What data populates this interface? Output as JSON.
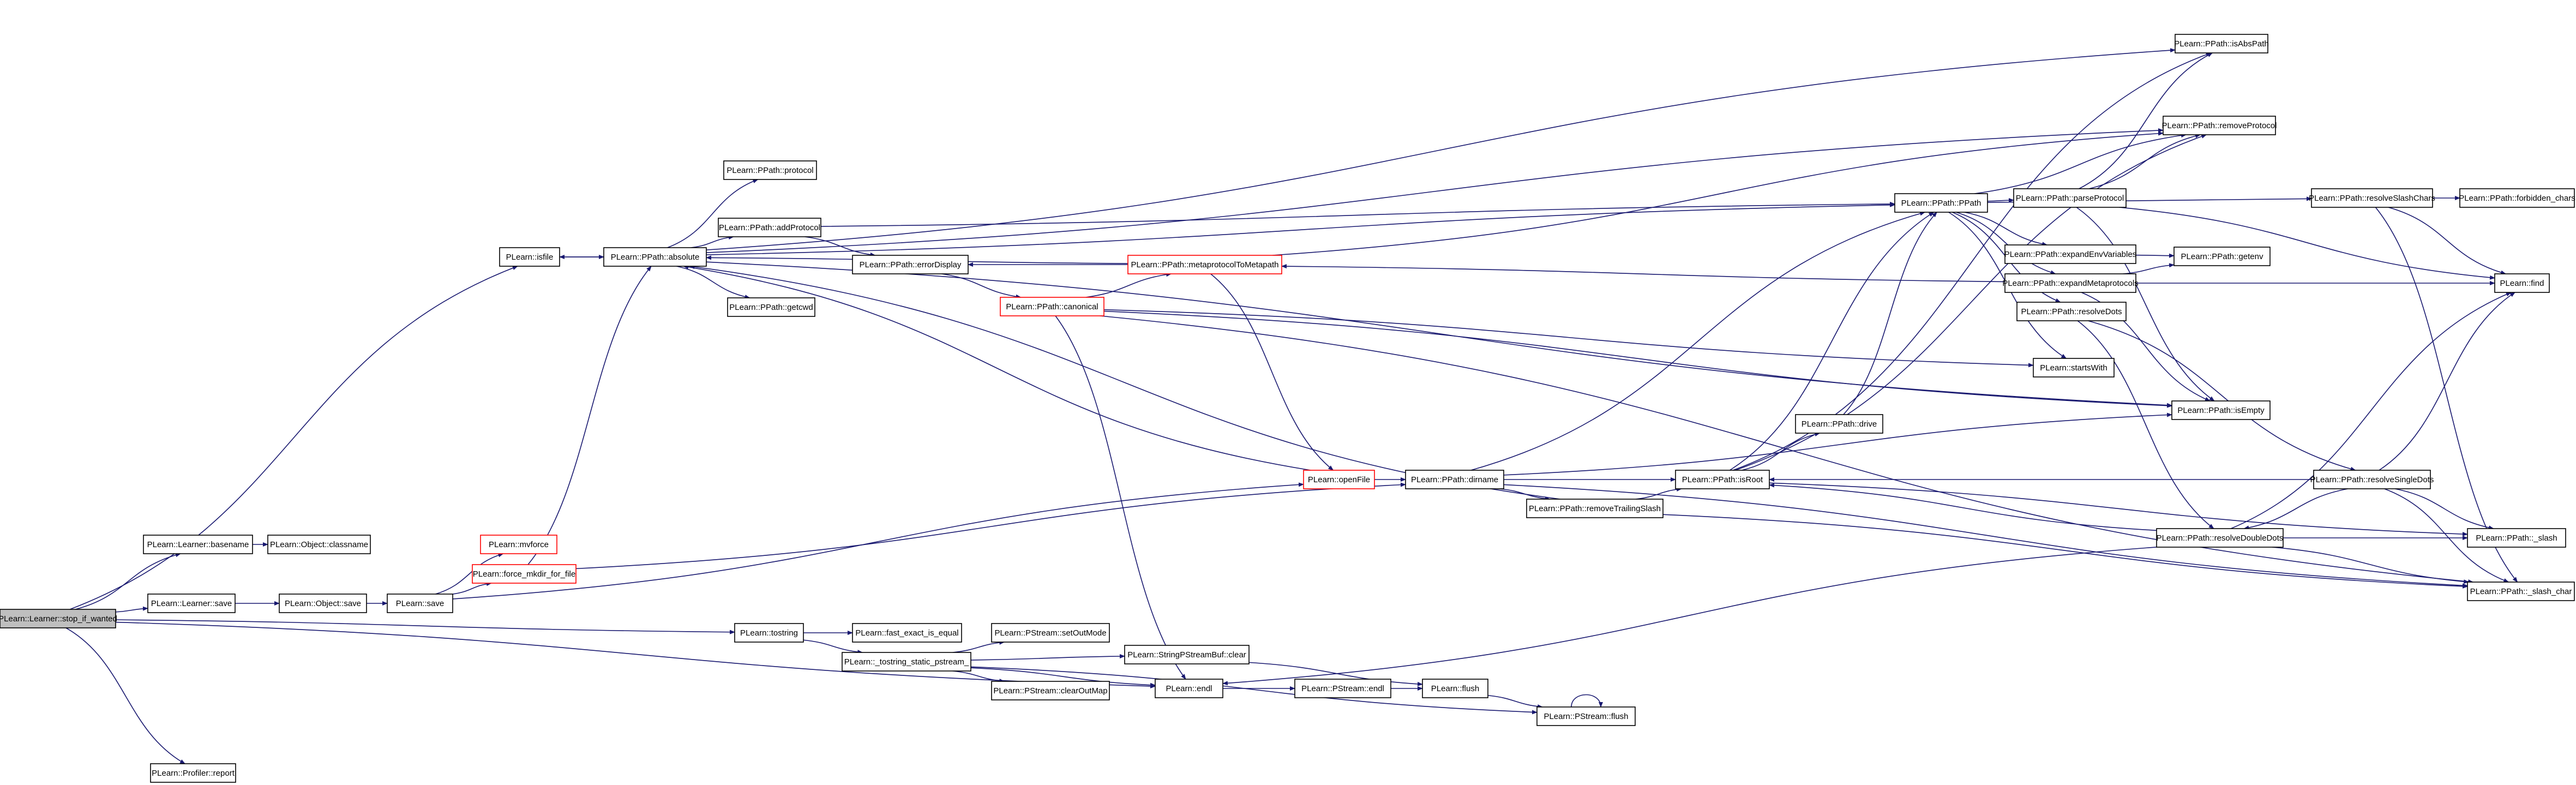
{
  "colors": {
    "edge": "#191970",
    "node_border": "#000000",
    "highlight_border": "#ff0000",
    "root_fill": "#bfbfbf",
    "background": "#ffffff"
  },
  "nodes": {
    "stop_if_wanted": {
      "label": "PLearn::Learner::stop_if_wanted",
      "style": "root"
    },
    "basename": {
      "label": "PLearn::Learner::basename",
      "style": "normal"
    },
    "classname": {
      "label": "PLearn::Object::classname",
      "style": "normal"
    },
    "learner_save": {
      "label": "PLearn::Learner::save",
      "style": "normal"
    },
    "object_save": {
      "label": "PLearn::Object::save",
      "style": "normal"
    },
    "plearn_save": {
      "label": "PLearn::save",
      "style": "normal"
    },
    "mvforce": {
      "label": "PLearn::mvforce",
      "style": "red"
    },
    "force_mkdir": {
      "label": "PLearn::force_mkdir_for_file",
      "style": "red"
    },
    "isfile": {
      "label": "PLearn::isfile",
      "style": "normal"
    },
    "absolute": {
      "label": "PLearn::PPath::absolute",
      "style": "normal"
    },
    "protocol": {
      "label": "PLearn::PPath::protocol",
      "style": "normal"
    },
    "addProtocol": {
      "label": "PLearn::PPath::addProtocol",
      "style": "normal"
    },
    "getcwd": {
      "label": "PLearn::PPath::getcwd",
      "style": "normal"
    },
    "errorDisplay": {
      "label": "PLearn::PPath::errorDisplay",
      "style": "normal"
    },
    "canonical": {
      "label": "PLearn::PPath::canonical",
      "style": "red"
    },
    "metaprotocol": {
      "label": "PLearn::PPath::metaprotocolToMetapath",
      "style": "red"
    },
    "openFile": {
      "label": "PLearn::openFile",
      "style": "red"
    },
    "dirname": {
      "label": "PLearn::PPath::dirname",
      "style": "normal"
    },
    "removeTrailingSlash": {
      "label": "PLearn::PPath::removeTrailingSlash",
      "style": "normal"
    },
    "isRoot": {
      "label": "PLearn::PPath::isRoot",
      "style": "normal"
    },
    "drive": {
      "label": "PLearn::PPath::drive",
      "style": "normal"
    },
    "ppath_ctor": {
      "label": "PLearn::PPath::PPath",
      "style": "normal"
    },
    "parseProtocol": {
      "label": "PLearn::PPath::parseProtocol",
      "style": "normal"
    },
    "expandEnvVariables": {
      "label": "PLearn::PPath::expandEnvVariables",
      "style": "normal"
    },
    "expandMetaprotocols": {
      "label": "PLearn::PPath::expandMetaprotocols",
      "style": "normal"
    },
    "resolveDots": {
      "label": "PLearn::PPath::resolveDots",
      "style": "normal"
    },
    "startsWith": {
      "label": "PLearn::startsWith",
      "style": "normal"
    },
    "isAbsPath": {
      "label": "PLearn::PPath::isAbsPath",
      "style": "normal"
    },
    "removeProtocol": {
      "label": "PLearn::PPath::removeProtocol",
      "style": "normal"
    },
    "getenv": {
      "label": "PLearn::PPath::getenv",
      "style": "normal"
    },
    "isEmpty": {
      "label": "PLearn::PPath::isEmpty",
      "style": "normal"
    },
    "resolveDoubleDots": {
      "label": "PLearn::PPath::resolveDoubleDots",
      "style": "normal"
    },
    "resolveSlashChars": {
      "label": "PLearn::PPath::resolveSlashChars",
      "style": "normal"
    },
    "forbidden_chars": {
      "label": "PLearn::PPath::forbidden_chars",
      "style": "normal"
    },
    "find": {
      "label": "PLearn::find",
      "style": "normal"
    },
    "resolveSingleDots": {
      "label": "PLearn::PPath::resolveSingleDots",
      "style": "normal"
    },
    "slash": {
      "label": "PLearn::PPath::_slash",
      "style": "normal"
    },
    "slash_char": {
      "label": "PLearn::PPath::_slash_char",
      "style": "normal"
    },
    "tostring": {
      "label": "PLearn::tostring",
      "style": "normal"
    },
    "fast_exact_is_equal": {
      "label": "PLearn::fast_exact_is_equal",
      "style": "normal"
    },
    "tostring_static": {
      "label": "PLearn::_tostring_static_pstream_",
      "style": "normal"
    },
    "setOutMode": {
      "label": "PLearn::PStream::setOutMode",
      "style": "normal"
    },
    "stringbuf_clear": {
      "label": "PLearn::StringPStreamBuf::clear",
      "style": "normal"
    },
    "endl": {
      "label": "PLearn::endl",
      "style": "normal"
    },
    "clearOutMap": {
      "label": "PLearn::PStream::clearOutMap",
      "style": "normal"
    },
    "pstream_endl": {
      "label": "PLearn::PStream::endl",
      "style": "normal"
    },
    "flush": {
      "label": "PLearn::flush",
      "style": "normal"
    },
    "pstream_flush": {
      "label": "PLearn::PStream::flush",
      "style": "normal"
    },
    "profiler_report": {
      "label": "PLearn::Profiler::report",
      "style": "normal"
    }
  },
  "edges": [
    [
      "stop_if_wanted",
      "basename"
    ],
    [
      "stop_if_wanted",
      "isfile"
    ],
    [
      "stop_if_wanted",
      "learner_save"
    ],
    [
      "stop_if_wanted",
      "tostring"
    ],
    [
      "stop_if_wanted",
      "endl"
    ],
    [
      "stop_if_wanted",
      "profiler_report"
    ],
    [
      "basename",
      "classname"
    ],
    [
      "learner_save",
      "object_save"
    ],
    [
      "object_save",
      "plearn_save"
    ],
    [
      "plearn_save",
      "mvforce"
    ],
    [
      "plearn_save",
      "force_mkdir"
    ],
    [
      "plearn_save",
      "openFile"
    ],
    [
      "force_mkdir",
      "absolute"
    ],
    [
      "force_mkdir",
      "dirname"
    ],
    [
      "isfile",
      "absolute"
    ],
    [
      "absolute",
      "protocol"
    ],
    [
      "absolute",
      "addProtocol"
    ],
    [
      "absolute",
      "getcwd"
    ],
    [
      "absolute",
      "isAbsPath"
    ],
    [
      "absolute",
      "removeProtocol"
    ],
    [
      "absolute",
      "ppath_ctor"
    ],
    [
      "absolute",
      "isEmpty"
    ],
    [
      "absolute",
      "isfile"
    ],
    [
      "addProtocol",
      "errorDisplay"
    ],
    [
      "addProtocol",
      "ppath_ctor"
    ],
    [
      "errorDisplay",
      "canonical"
    ],
    [
      "canonical",
      "metaprotocol"
    ],
    [
      "canonical",
      "endl"
    ],
    [
      "canonical",
      "startsWith"
    ],
    [
      "canonical",
      "isEmpty"
    ],
    [
      "canonical",
      "slash_char"
    ],
    [
      "metaprotocol",
      "errorDisplay"
    ],
    [
      "metaprotocol",
      "openFile"
    ],
    [
      "metaprotocol",
      "removeProtocol"
    ],
    [
      "metaprotocol",
      "absolute"
    ],
    [
      "openFile",
      "absolute"
    ],
    [
      "openFile",
      "dirname"
    ],
    [
      "dirname",
      "removeTrailingSlash"
    ],
    [
      "dirname",
      "isRoot"
    ],
    [
      "dirname",
      "ppath_ctor"
    ],
    [
      "dirname",
      "isEmpty"
    ],
    [
      "dirname",
      "slash_char"
    ],
    [
      "removeTrailingSlash",
      "isRoot"
    ],
    [
      "removeTrailingSlash",
      "slash_char"
    ],
    [
      "removeTrailingSlash",
      "absolute"
    ],
    [
      "isRoot",
      "drive"
    ],
    [
      "isRoot",
      "ppath_ctor"
    ],
    [
      "isRoot",
      "isAbsPath"
    ],
    [
      "isRoot",
      "removeProtocol"
    ],
    [
      "isRoot",
      "slash"
    ],
    [
      "drive",
      "ppath_ctor"
    ],
    [
      "ppath_ctor",
      "parseProtocol"
    ],
    [
      "ppath_ctor",
      "expandEnvVariables"
    ],
    [
      "ppath_ctor",
      "expandMetaprotocols"
    ],
    [
      "ppath_ctor",
      "resolveDots"
    ],
    [
      "ppath_ctor",
      "startsWith"
    ],
    [
      "ppath_ctor",
      "removeProtocol"
    ],
    [
      "ppath_ctor",
      "resolveSlashChars"
    ],
    [
      "parseProtocol",
      "isAbsPath"
    ],
    [
      "parseProtocol",
      "removeProtocol"
    ],
    [
      "parseProtocol",
      "find"
    ],
    [
      "parseProtocol",
      "isEmpty"
    ],
    [
      "expandEnvVariables",
      "getenv"
    ],
    [
      "expandMetaprotocols",
      "metaprotocol"
    ],
    [
      "expandMetaprotocols",
      "getenv"
    ],
    [
      "expandMetaprotocols",
      "find"
    ],
    [
      "expandMetaprotocols",
      "isEmpty"
    ],
    [
      "resolveDots",
      "resolveDoubleDots"
    ],
    [
      "resolveDots",
      "resolveSingleDots"
    ],
    [
      "resolveDoubleDots",
      "isRoot"
    ],
    [
      "resolveDoubleDots",
      "find"
    ],
    [
      "resolveDoubleDots",
      "slash"
    ],
    [
      "resolveDoubleDots",
      "slash_char"
    ],
    [
      "resolveDoubleDots",
      "endl"
    ],
    [
      "resolveSingleDots",
      "resolveDoubleDots"
    ],
    [
      "resolveSingleDots",
      "isRoot"
    ],
    [
      "resolveSingleDots",
      "find"
    ],
    [
      "resolveSingleDots",
      "slash"
    ],
    [
      "resolveSingleDots",
      "slash_char"
    ],
    [
      "resolveSlashChars",
      "forbidden_chars"
    ],
    [
      "resolveSlashChars",
      "find"
    ],
    [
      "resolveSlashChars",
      "slash_char"
    ],
    [
      "tostring",
      "fast_exact_is_equal"
    ],
    [
      "tostring",
      "tostring_static"
    ],
    [
      "tostring_static",
      "setOutMode"
    ],
    [
      "tostring_static",
      "stringbuf_clear"
    ],
    [
      "tostring_static",
      "endl"
    ],
    [
      "tostring_static",
      "clearOutMap"
    ],
    [
      "tostring_static",
      "pstream_flush"
    ],
    [
      "endl",
      "pstream_endl"
    ],
    [
      "pstream_endl",
      "flush"
    ],
    [
      "flush",
      "pstream_flush"
    ],
    [
      "stringbuf_clear",
      "flush"
    ],
    [
      "pstream_flush",
      "pstream_flush"
    ]
  ]
}
